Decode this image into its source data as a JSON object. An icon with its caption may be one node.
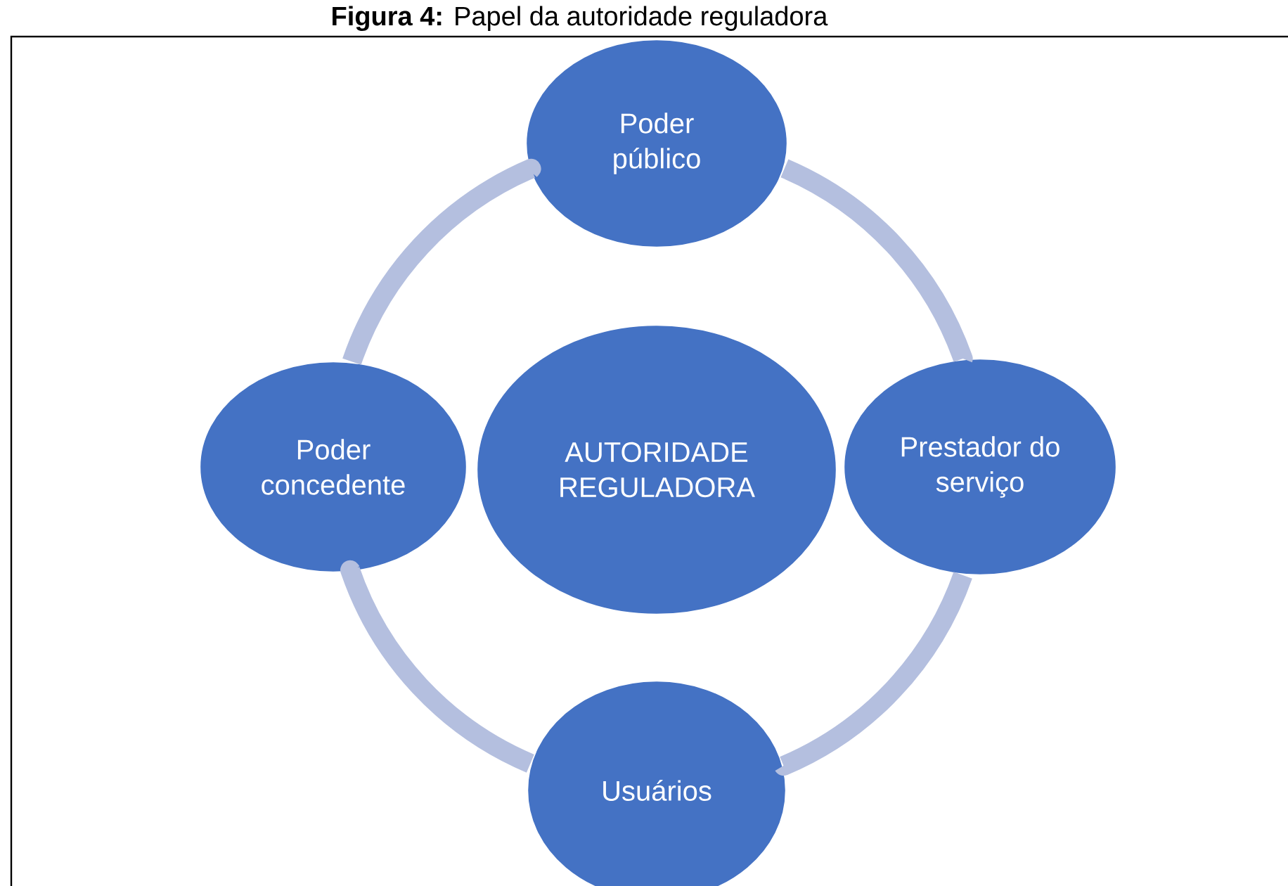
{
  "diagram": {
    "title": "**Figura 4:** Papel da autoridade reguladora",
    "nodes": [
      {
        "text": [
          "Poder público"
        ]
      },
      {
        "text": [
          "Poder concedente"
        ]
      },
      {
        "text": [
          "AUTORIDADE REGULADORA"
        ]
      },
      {
        "text": [
          "Prestador do serviço"
        ]
      },
      {
        "text": [
          "Usuários"
        ]
      }
    ],
    "edges": [
      {
        "from": 0,
        "to": 3,
        "arrow": "none"
      },
      {
        "from": 3,
        "to": 4,
        "arrow": "none"
      },
      {
        "from": 4,
        "to": 1,
        "arrow": "none"
      },
      {
        "from": 1,
        "to": 0,
        "arrow": "none"
      }
    ]
  }
}
